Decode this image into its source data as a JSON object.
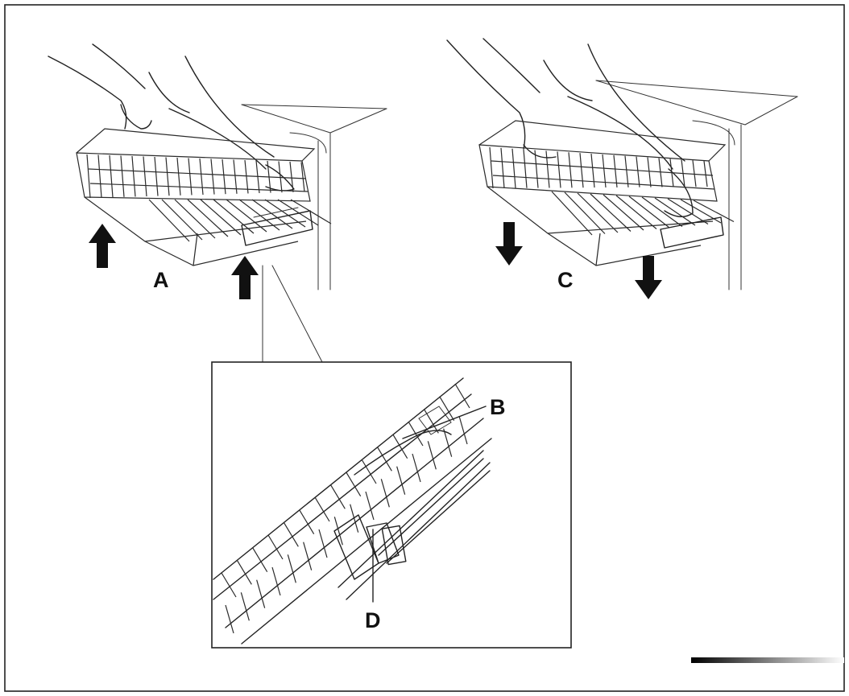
{
  "labels": {
    "a": "A",
    "b": "B",
    "c": "C",
    "d": "D"
  },
  "icons": {
    "up_arrow": "arrow-up-icon",
    "down_arrow": "arrow-down-icon"
  },
  "colors": {
    "ink": "#111111",
    "line": "#222222",
    "background": "#ffffff"
  }
}
